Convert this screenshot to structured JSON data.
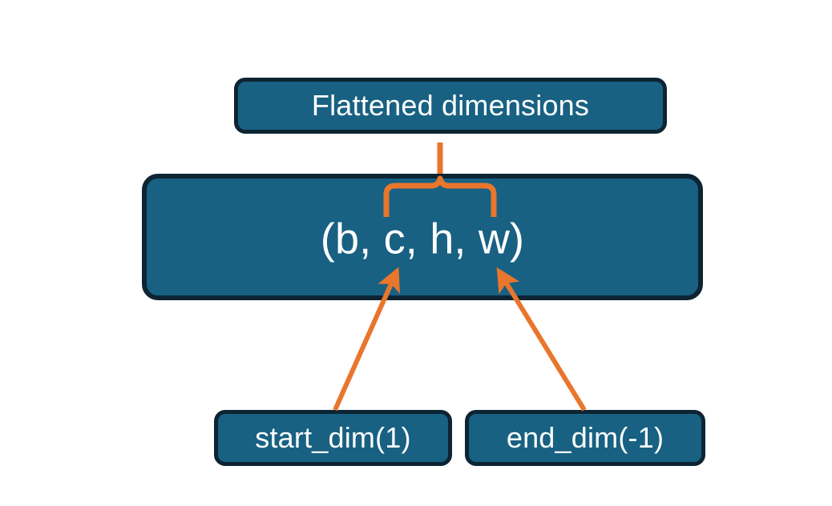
{
  "diagram": {
    "title_node": {
      "label": "Flattened dimensions"
    },
    "shape_node": {
      "label": "(b, c, h, w)"
    },
    "param_nodes": [
      {
        "label": "start_dim(1)"
      },
      {
        "label": "end_dim(-1)"
      }
    ],
    "connectors": [
      {
        "name": "brace-over-chw",
        "kind": "curly-brace-up",
        "color": "#E8762C"
      },
      {
        "name": "arrow-start-dim-to-c",
        "kind": "arrow",
        "color": "#E8762C"
      },
      {
        "name": "arrow-end-dim-to-w",
        "kind": "arrow",
        "color": "#E8762C"
      }
    ],
    "colors": {
      "node_fill": "#186182",
      "node_border": "#0d2433",
      "node_text": "#ffffff",
      "accent": "#E8762C",
      "background": "#ffffff"
    }
  }
}
